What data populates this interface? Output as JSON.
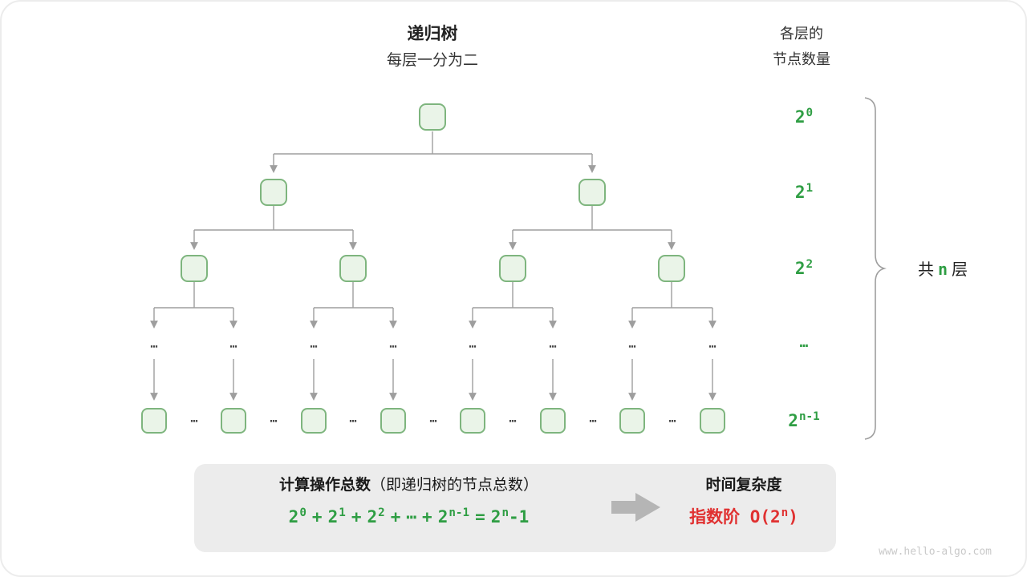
{
  "header": {
    "title": "递归树",
    "subtitle": "每层一分为二",
    "right_line1": "各层的",
    "right_line2": "节点数量"
  },
  "tree": {
    "ellipsis": "⋯",
    "levels": [
      {
        "base": "2",
        "exp": "0"
      },
      {
        "base": "2",
        "exp": "1"
      },
      {
        "base": "2",
        "exp": "2"
      },
      {
        "dots": "⋯"
      },
      {
        "base": "2",
        "exp": "n-1"
      }
    ]
  },
  "brace": {
    "pre": "共",
    "n": "n",
    "post": "层"
  },
  "summary": {
    "left_title_bold": "计算操作总数",
    "left_title_note": "（即递归树的节点总数）",
    "formula": [
      {
        "base": "2",
        "exp": "0"
      },
      {
        "text": "+"
      },
      {
        "base": "2",
        "exp": "1"
      },
      {
        "text": "+"
      },
      {
        "base": "2",
        "exp": "2"
      },
      {
        "text": "+"
      },
      {
        "text": "⋯"
      },
      {
        "text": "+"
      },
      {
        "base": "2",
        "exp": "n-1"
      },
      {
        "text": "="
      },
      {
        "base": "2",
        "exp": "n"
      },
      {
        "text": "-1"
      }
    ],
    "right_title": "时间复杂度",
    "right_formula": {
      "pre": "指数阶 O(2",
      "exp": "n",
      "post": ")"
    }
  },
  "watermark": "www.hello-algo.com",
  "colors": {
    "green": "#2f9e44",
    "red": "#e03131",
    "node_border": "#7eb57e",
    "node_fill": "#eaf4e8",
    "line": "#9e9e9e"
  }
}
